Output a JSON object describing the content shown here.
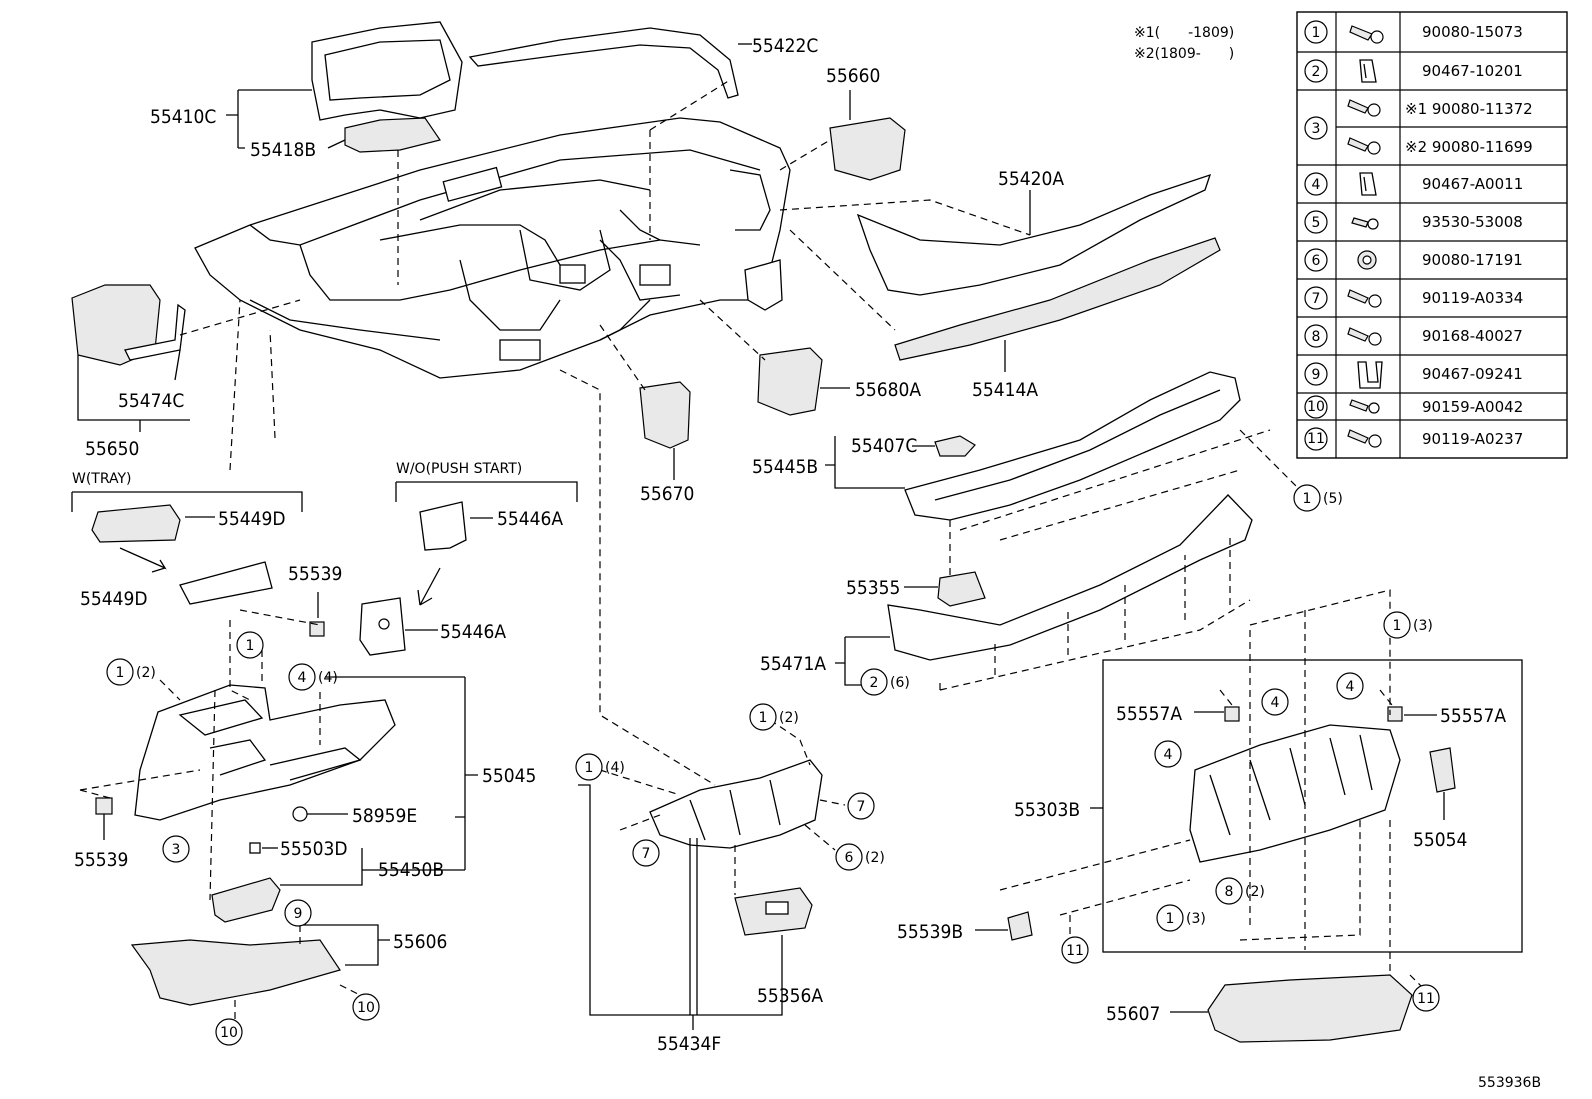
{
  "diagram_code": "553936B",
  "notes": {
    "note1": "※1(　　-1809)",
    "note2": "※2(1809-　　)"
  },
  "fastener_table": [
    {
      "no": "1",
      "code": "90080-15073",
      "icon": "bolt-icon"
    },
    {
      "no": "2",
      "code": "90467-10201",
      "icon": "clip-icon"
    },
    {
      "no": "3",
      "code": "※1 90080-11372",
      "code2": "※2 90080-11699",
      "icon": "screw-icon"
    },
    {
      "no": "4",
      "code": "90467-A0011",
      "icon": "clip-icon"
    },
    {
      "no": "5",
      "code": "93530-53008",
      "icon": "screw-icon"
    },
    {
      "no": "6",
      "code": "90080-17191",
      "icon": "nut-icon"
    },
    {
      "no": "7",
      "code": "90119-A0334",
      "icon": "bolt-icon"
    },
    {
      "no": "8",
      "code": "90168-40027",
      "icon": "screw-icon"
    },
    {
      "no": "9",
      "code": "90467-09241",
      "icon": "clip-icon"
    },
    {
      "no": "10",
      "code": "90159-A0042",
      "icon": "bolt-icon"
    },
    {
      "no": "11",
      "code": "90119-A0237",
      "icon": "bolt-icon"
    }
  ],
  "part_labels": {
    "p55422C": "55422C",
    "p55660": "55660",
    "p55410C": "55410C",
    "p55418B": "55418B",
    "p55420A": "55420A",
    "p55414A": "55414A",
    "p55680A": "55680A",
    "p55474C": "55474C",
    "p55650": "55650",
    "p55670": "55670",
    "p55407C": "55407C",
    "p55445B": "55445B",
    "p55449D_top": "55449D",
    "p55449D": "55449D",
    "p55539_top": "55539",
    "p55446A_top": "55446A",
    "p55446A": "55446A",
    "p55355": "55355",
    "p55471A": "55471A",
    "p55045": "55045",
    "p58959E": "58959E",
    "p55539": "55539",
    "p55503D": "55503D",
    "p55450B": "55450B",
    "p55606": "55606",
    "p55557A_left": "55557A",
    "p55557A_right": "55557A",
    "p55303B": "55303B",
    "p55054": "55054",
    "p55539B": "55539B",
    "p55356A": "55356A",
    "p55434F": "55434F",
    "p55607": "55607"
  },
  "callouts": {
    "w_tray": "W(TRAY)",
    "wo_push_start": "W/O(PUSH START)",
    "qty_2": "(2)",
    "qty_3": "(3)",
    "qty_4": "(4)",
    "qty_5": "(5)",
    "qty_6": "(6)"
  }
}
